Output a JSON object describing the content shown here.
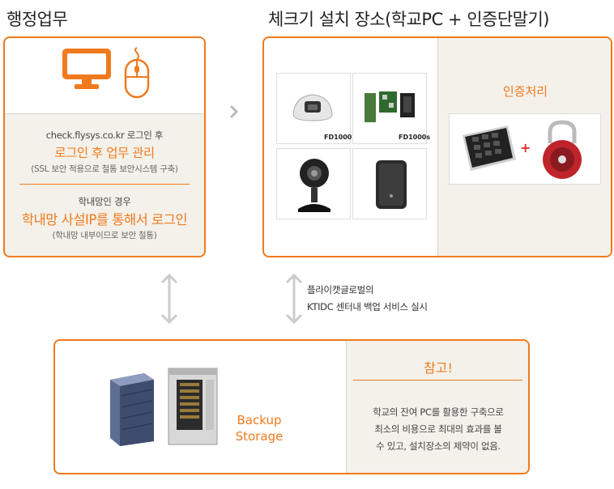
{
  "titles": {
    "admin": "행정업무",
    "checker": "체크기 설치 장소(학교PC + 인증단말기)"
  },
  "admin_box": {
    "line1": "check.flysys.co.kr 로그인 후",
    "highlight1": "로그인 후 업무 관리",
    "note1": "(SSL 보안 적용으로 철통 보안시스템 구축)",
    "line2": "학내망인 경우",
    "highlight2": "학내망 사설IP를 통해서 로그인",
    "note2": "(학내망 내부이므로 보안 철통)",
    "icons": [
      "monitor-icon",
      "mouse-icon"
    ]
  },
  "checker_box": {
    "devices": [
      {
        "label": "FD1000"
      },
      {
        "label": "FD1000s"
      },
      {
        "label": ""
      },
      {
        "label": ""
      }
    ],
    "auth_title": "인증처리",
    "auth_plus": "+"
  },
  "arrow_label": {
    "line1": "플라이캣글로벌의",
    "line2": "KTIDC 센터내 백업 서비스 실시"
  },
  "backup_box": {
    "label_line1": "Backup",
    "label_line2": "Storage",
    "note_title": "참고!",
    "note_line1": "학교의 잔여 PC를 활용한 구축으로",
    "note_line2": "최소의 비용으로 최대의 효과를 볼",
    "note_line3": "수 있고, 설치장소의  제약이 없음."
  },
  "colors": {
    "accent": "#f07a1e",
    "panel_bg": "#f3f1ea",
    "arrow": "#cccccc"
  }
}
